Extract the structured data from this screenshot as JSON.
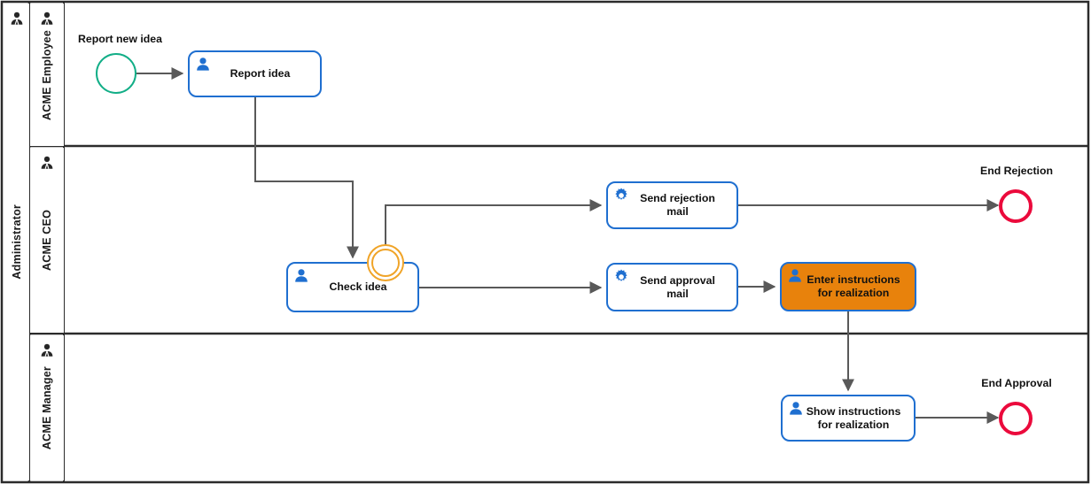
{
  "diagram": {
    "type": "bpmn-collaboration",
    "pool": {
      "name": "Administrator",
      "icon": "user-icon"
    },
    "lanes": [
      {
        "id": "lane-employee",
        "name": "ACME Employee",
        "icon": "user-icon"
      },
      {
        "id": "lane-ceo",
        "name": "ACME CEO",
        "icon": "user-icon"
      },
      {
        "id": "lane-manager",
        "name": "ACME Manager",
        "icon": "user-icon"
      }
    ],
    "events": [
      {
        "id": "start-report-new-idea",
        "kind": "start",
        "label": "Report new idea",
        "lane": "lane-employee",
        "color": "#12AE87"
      },
      {
        "id": "boundary-check-idea",
        "kind": "boundary",
        "label": "",
        "lane": "lane-ceo",
        "color": "#F0A428"
      },
      {
        "id": "end-rejection",
        "kind": "end",
        "label": "End Rejection",
        "lane": "lane-ceo",
        "color": "#EB0A3C"
      },
      {
        "id": "end-approval",
        "kind": "end",
        "label": "End Approval",
        "lane": "lane-manager",
        "color": "#EB0A3C"
      }
    ],
    "tasks": [
      {
        "id": "task-report-idea",
        "label": "Report idea",
        "type": "user-task",
        "icon": "user-task-icon",
        "lane": "lane-employee",
        "highlighted": false
      },
      {
        "id": "task-check-idea",
        "label": "Check idea",
        "type": "user-task",
        "icon": "user-task-icon",
        "lane": "lane-ceo",
        "highlighted": false
      },
      {
        "id": "task-send-rejection-mail",
        "label": "Send rejection\nmail",
        "type": "service-task",
        "icon": "gear-icon",
        "lane": "lane-ceo",
        "highlighted": false
      },
      {
        "id": "task-send-approval-mail",
        "label": "Send approval\nmail",
        "type": "service-task",
        "icon": "gear-icon",
        "lane": "lane-ceo",
        "highlighted": false
      },
      {
        "id": "task-enter-instructions",
        "label": "Enter instructions\nfor realization",
        "type": "user-task",
        "icon": "user-task-icon",
        "lane": "lane-ceo",
        "highlighted": true
      },
      {
        "id": "task-show-instructions",
        "label": "Show instructions\nfor realization",
        "type": "user-task",
        "icon": "user-task-icon",
        "lane": "lane-manager",
        "highlighted": false
      }
    ],
    "colors": {
      "task_border": "#1F6FD0",
      "task_icon": "#1F6FD0",
      "highlight_fill": "#E8820C",
      "start_event": "#12AE87",
      "end_event": "#EB0A3C",
      "boundary_event": "#F0A428",
      "flow_line": "#595959",
      "lane_border": "#2b2b2b"
    }
  }
}
